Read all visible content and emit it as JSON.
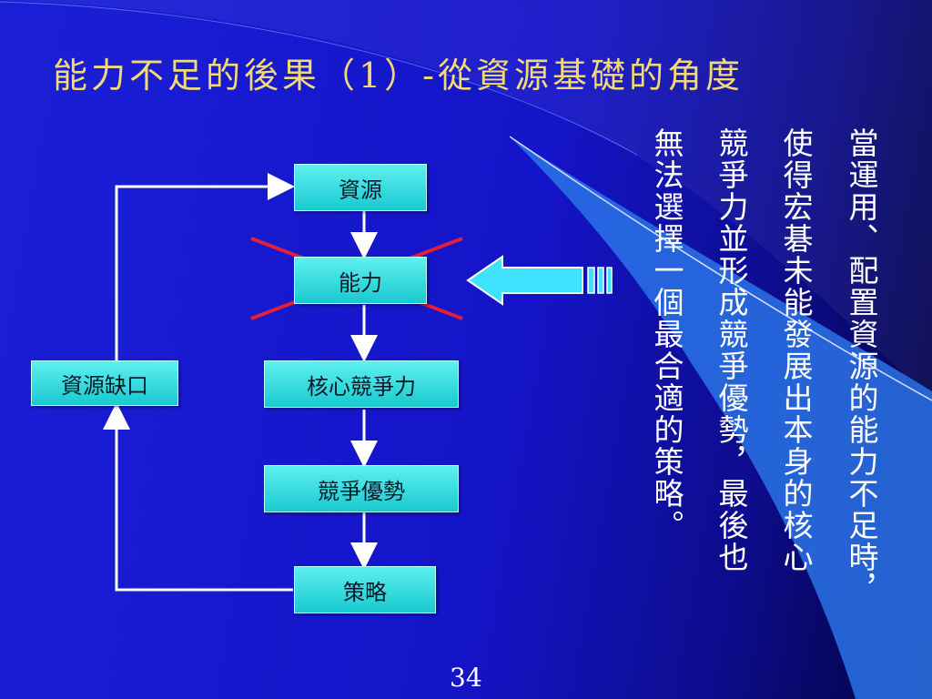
{
  "slide": {
    "title": "能力不足的後果（1）-從資源基礎的角度",
    "page_number": "34"
  },
  "flow": {
    "resources": "資源",
    "capability": "能力",
    "core_competence": "核心競爭力",
    "competitive_advantage": "競爭優勢",
    "strategy": "策略",
    "resource_gap": "資源缺口"
  },
  "side_text": {
    "columns": [
      "當運用、配置資源的能力不足時，",
      "使得宏碁未能發展出本身的核心",
      "競爭力並形成競爭優勢，最後也",
      "無法選擇一個最合適的策略。"
    ]
  },
  "colors": {
    "background": "#1414c8",
    "title": "#f2d978",
    "box_fill": "#19c9cf",
    "cross": "#e0203a",
    "arrow": "#40e0ff"
  }
}
